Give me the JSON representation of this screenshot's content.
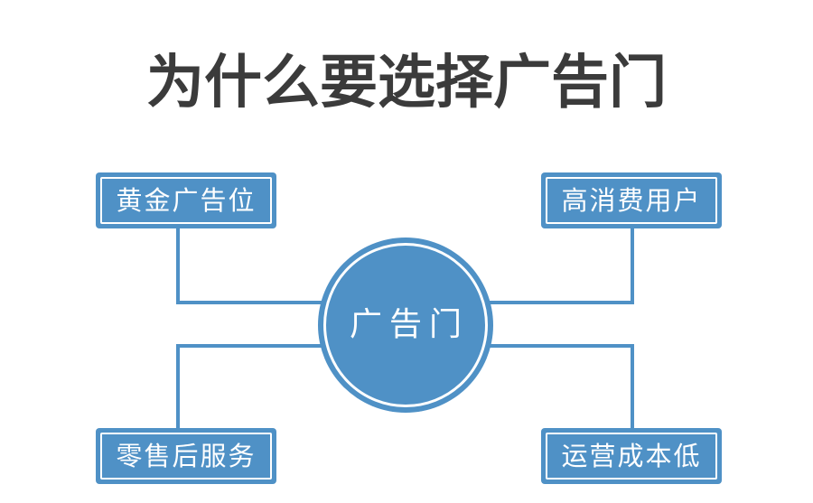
{
  "title": "为什么要选择广告门",
  "center": {
    "label": "广告门"
  },
  "nodes": [
    {
      "id": "top-left",
      "label": "黄金广告位"
    },
    {
      "id": "top-right",
      "label": "高消费用户"
    },
    {
      "id": "bottom-left",
      "label": "零售后服务"
    },
    {
      "id": "bottom-right",
      "label": "运营成本低"
    }
  ],
  "colors": {
    "accent_blue": "#4f91c6",
    "title_text": "#3b3b3b",
    "node_text": "#ffffff",
    "background": "#ffffff"
  }
}
